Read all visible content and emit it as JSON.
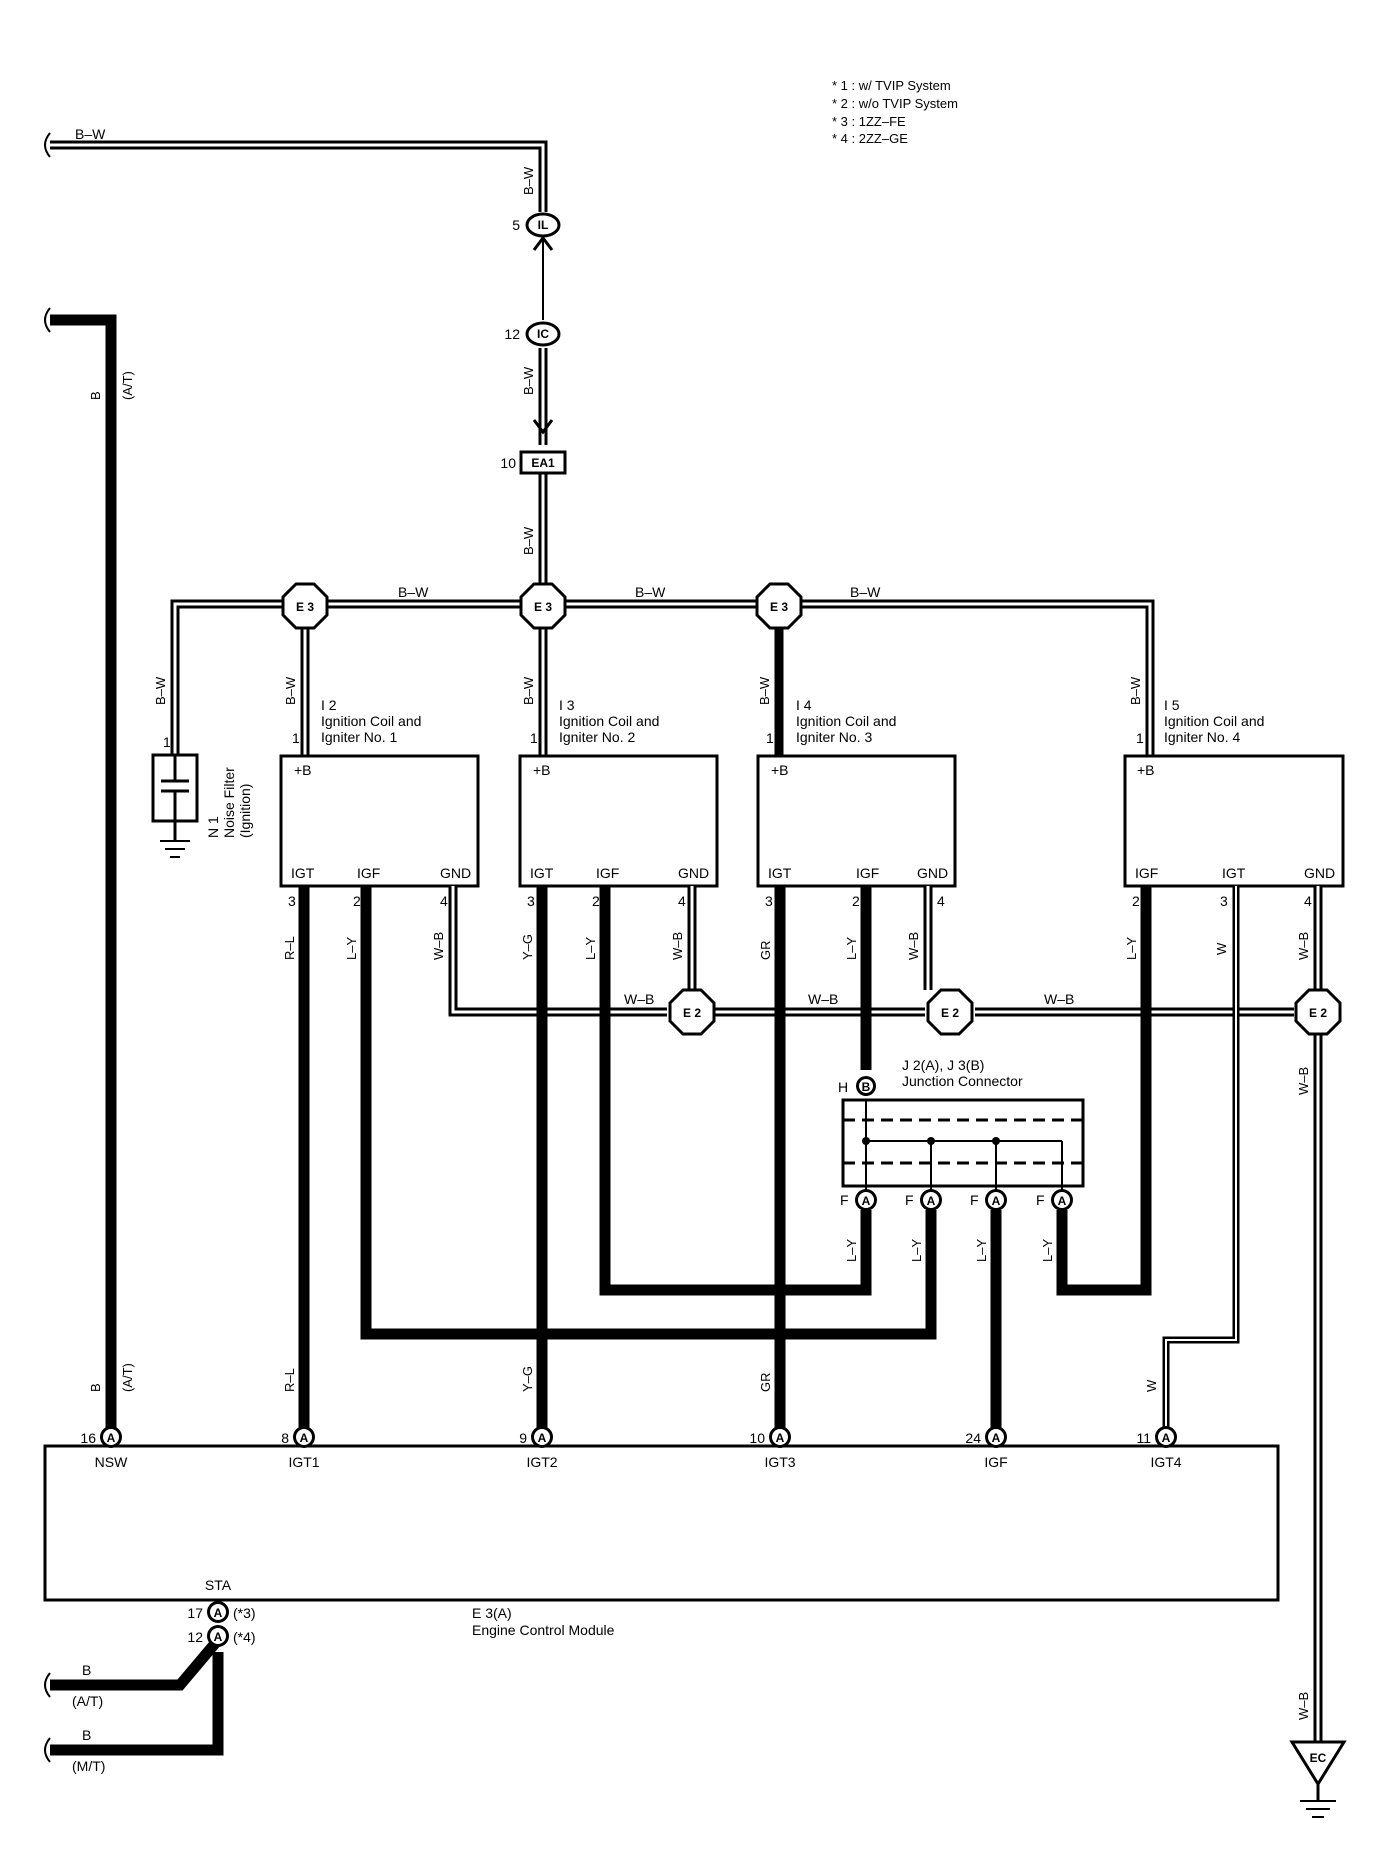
{
  "notes": [
    "* 1 : w/ TVIP System",
    "* 2 : w/o TVIP System",
    "* 3 : 1ZZ–FE",
    "* 4 : 2ZZ–GE"
  ],
  "top_wire": {
    "label": "B–W",
    "vertical_label": "B–W"
  },
  "connectors": {
    "il": {
      "pin": "5",
      "code": "IL"
    },
    "ic": {
      "pin": "12",
      "code": "IC"
    },
    "ea1": {
      "pin": "10",
      "code": "EA1"
    },
    "e3_code": "E 3",
    "e2_code": "E 2",
    "jb": {
      "pin": "H",
      "code": "B"
    },
    "ja_pin": "F",
    "ja_code": "A",
    "ec_code": "EC"
  },
  "wire_labels": {
    "bw": "B–W",
    "b": "B",
    "at": "(A/T)",
    "mt": "(M/T)",
    "wb": "W–B",
    "rl": "R–L",
    "ly": "L–Y",
    "yg": "Y–G",
    "gr": "GR",
    "w": "W"
  },
  "noise_filter": {
    "id": "N 1",
    "name": "Noise Filter",
    "sub": "(Ignition)",
    "pin": "1"
  },
  "coils": [
    {
      "id": "I 2",
      "name1": "Ignition Coil and",
      "name2": "Igniter No. 1",
      "pb": "+B",
      "t1": "IGT",
      "t2": "IGF",
      "t3": "GND",
      "p0": "1",
      "p1": "3",
      "p2": "2",
      "p3": "4"
    },
    {
      "id": "I 3",
      "name1": "Ignition Coil and",
      "name2": "Igniter No. 2",
      "pb": "+B",
      "t1": "IGT",
      "t2": "IGF",
      "t3": "GND",
      "p0": "1",
      "p1": "3",
      "p2": "2",
      "p3": "4"
    },
    {
      "id": "I 4",
      "name1": "Ignition Coil and",
      "name2": "Igniter No. 3",
      "pb": "+B",
      "t1": "IGT",
      "t2": "IGF",
      "t3": "GND",
      "p0": "1",
      "p1": "3",
      "p2": "2",
      "p3": "4"
    },
    {
      "id": "I 5",
      "name1": "Ignition Coil and",
      "name2": "Igniter No. 4",
      "pb": "+B",
      "t1": "IGF",
      "t2": "IGT",
      "t3": "GND",
      "p0": "1",
      "p1": "2",
      "p2": "3",
      "p3": "4"
    }
  ],
  "junction": {
    "id": "J 2(A), J 3(B)",
    "name": "Junction Connector"
  },
  "ecm": {
    "id": "E 3(A)",
    "name": "Engine Control Module",
    "pins": [
      {
        "num": "16",
        "label": "NSW"
      },
      {
        "num": "8",
        "label": "IGT1"
      },
      {
        "num": "9",
        "label": "IGT2"
      },
      {
        "num": "10",
        "label": "IGT3"
      },
      {
        "num": "24",
        "label": "IGF"
      },
      {
        "num": "11",
        "label": "IGT4"
      }
    ],
    "sta": {
      "label": "STA",
      "pin1": "17",
      "note1": "(*3)",
      "pin2": "12",
      "note2": "(*4)"
    }
  }
}
